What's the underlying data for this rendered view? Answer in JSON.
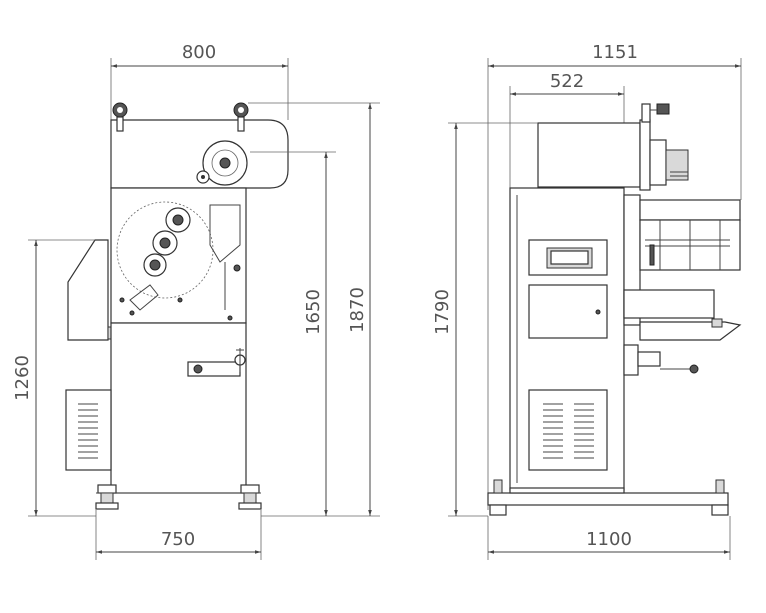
{
  "front_view": {
    "width_top": "800",
    "width_bottom": "750",
    "height_total": "1870",
    "height_mid": "1650",
    "height_left": "1260"
  },
  "side_view": {
    "width_top": "1151",
    "width_inner": "522",
    "width_bottom": "1100",
    "height": "1790"
  },
  "colors": {
    "line": "#333333",
    "dimension_text": "#555555",
    "panel_grey": "#d9d9d9"
  }
}
